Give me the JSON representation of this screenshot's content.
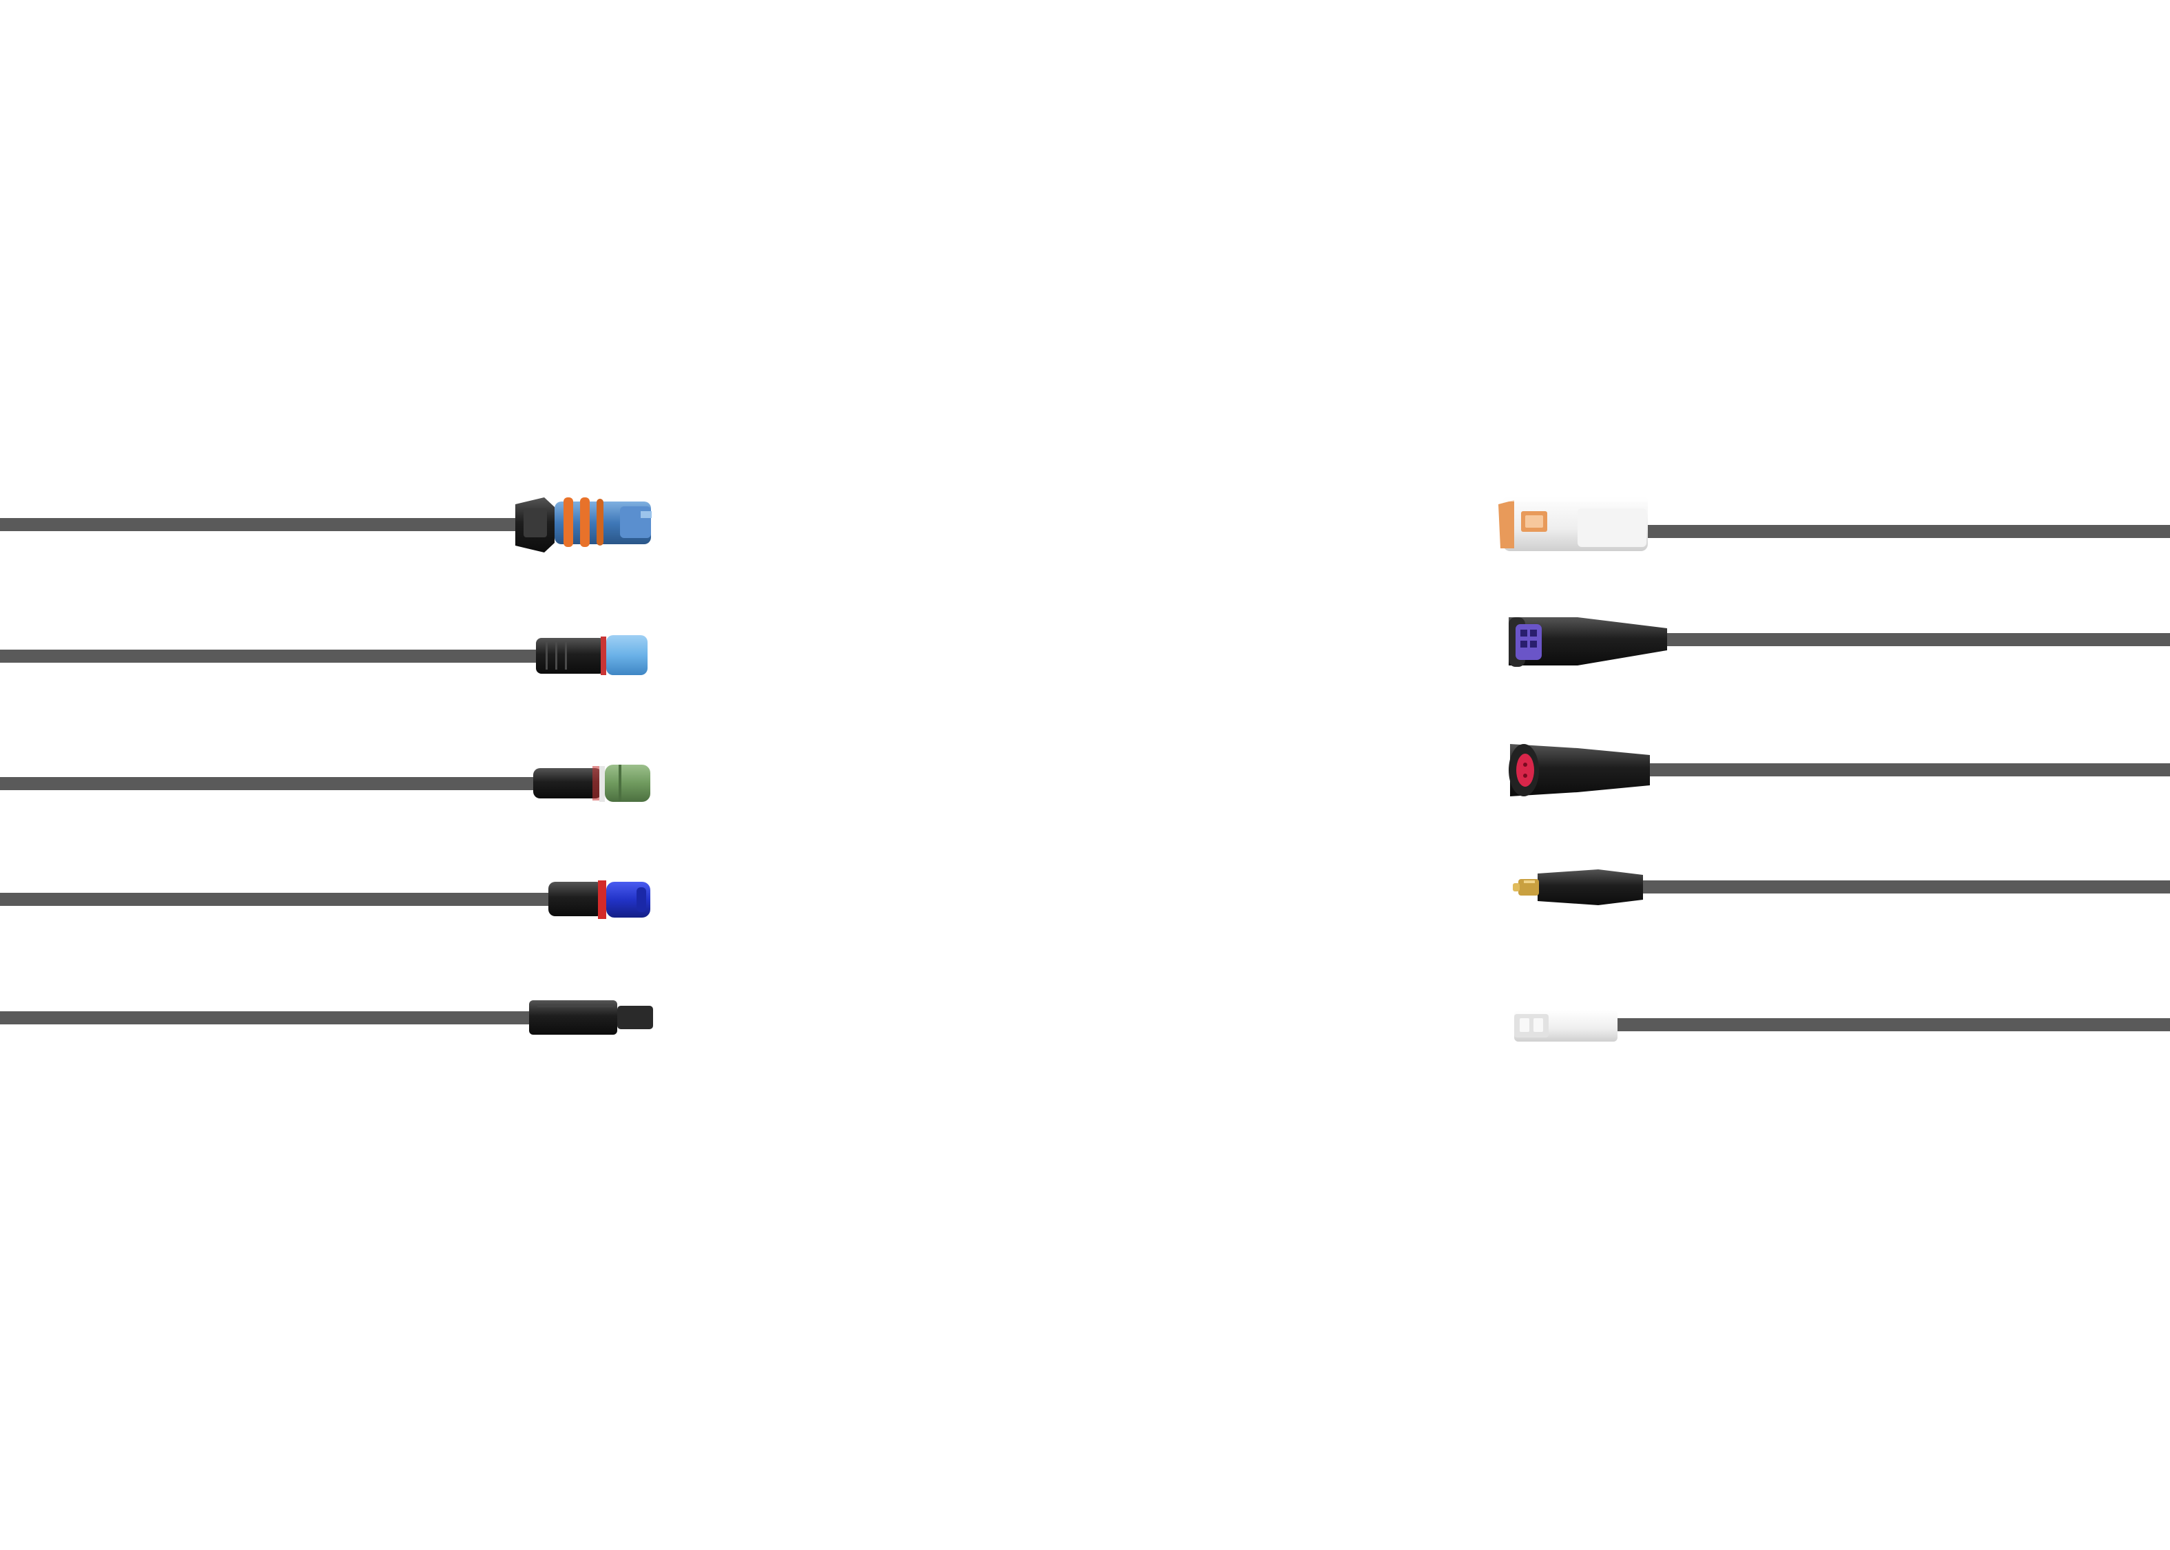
{
  "scene": {
    "background": "#ffffff",
    "cable_color": "#5a5a5a"
  },
  "left_connectors": [
    {
      "name": "black-orange-blue-plug",
      "body": "#2a2a2a",
      "accent": "#e8722a",
      "tip": "#3f78b8"
    },
    {
      "name": "black-red-lightblue-plug",
      "body": "#2b2b2b",
      "accent": "#c93535",
      "tip": "#6bb2e8"
    },
    {
      "name": "black-green-plug",
      "body": "#2c2c2c",
      "accent": "#e6e6e6",
      "tip": "#6f9a5e"
    },
    {
      "name": "black-red-blue-plug",
      "body": "#1a1a1a",
      "accent": "#d32a2a",
      "tip": "#2233c8"
    },
    {
      "name": "black-slim-plug",
      "body": "#222222",
      "accent": "#333333",
      "tip": "#2a2a2a"
    }
  ],
  "right_connectors": [
    {
      "name": "white-orange-block-plug",
      "body": "#f2f2f2",
      "accent": "#e89a5a",
      "tip": "#ffffff"
    },
    {
      "name": "black-purple-socket",
      "body": "#1e1e1e",
      "accent": "#6a55c8",
      "tip": "#1e1e1e"
    },
    {
      "name": "black-red-socket",
      "body": "#1c1c1c",
      "accent": "#d8264a",
      "tip": "#1c1c1c"
    },
    {
      "name": "black-gold-pin-plug",
      "body": "#1f1f1f",
      "accent": "#c9a040",
      "tip": "#1f1f1f"
    },
    {
      "name": "white-small-plug",
      "body": "#f4f4f4",
      "accent": "#dcdcdc",
      "tip": "#ffffff"
    }
  ]
}
